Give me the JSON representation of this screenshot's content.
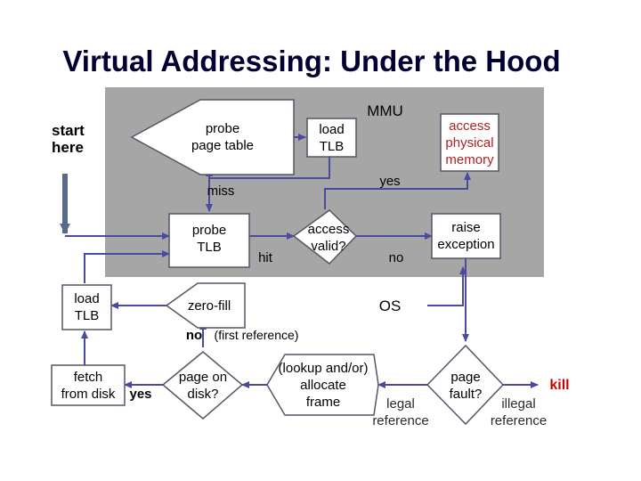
{
  "title": "Virtual Addressing: Under the Hood",
  "mmu_label": "MMU",
  "os_label": "OS",
  "start": "start\nhere",
  "nodes": {
    "probe_page_table": "probe\npage table",
    "load_tlb_top": "load\nTLB",
    "access_physical_memory": "access\nphysical\nmemory",
    "probe_tlb": "probe\nTLB",
    "access_valid": "access\nvalid?",
    "raise_exception": "raise\nexception",
    "load_tlb_bottom": "load\nTLB",
    "zero_fill": "zero-fill",
    "fetch_from_disk": "fetch\nfrom disk",
    "page_on_disk": "page on\ndisk?",
    "lookup_allocate": "(lookup and/or)\nallocate\nframe",
    "page_fault": "page\nfault?"
  },
  "edges": {
    "yes_top": "yes",
    "miss": "miss",
    "hit": "hit",
    "no_access": "no",
    "no_first_ref": "no",
    "first_reference": "(first reference)",
    "yes_disk": "yes",
    "legal_reference": "legal\nreference",
    "illegal_reference": "illegal\nreference",
    "kill": "kill"
  },
  "colors": {
    "title": "#000033",
    "mmu_background": "#a6a6a6",
    "node_border": "#555566",
    "arrow": "#4a4aa0",
    "start_arrow": "#5a6b8a",
    "kill": "#cc0000",
    "access_memory_text": "#b02020"
  }
}
